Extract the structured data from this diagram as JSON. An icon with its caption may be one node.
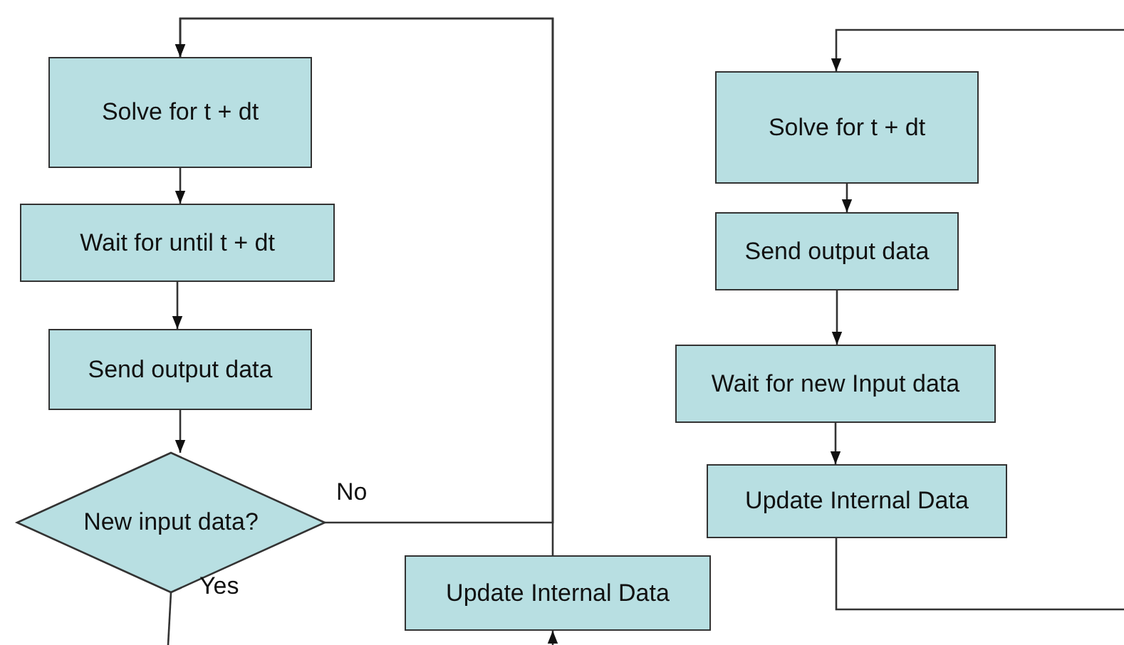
{
  "diagram": {
    "nodes": [
      {
        "text": [
          "Solve for t + dt"
        ]
      },
      {
        "text": [
          "Wait for until t + dt"
        ]
      },
      {
        "text": [
          "Send output data"
        ]
      },
      {
        "text": [
          "New input data?"
        ]
      },
      {
        "text": [
          "Update Internal Data"
        ]
      },
      {
        "text": [
          "Solve for t + dt"
        ]
      },
      {
        "text": [
          "Send output data"
        ]
      },
      {
        "text": [
          "Wait for new Input data"
        ]
      },
      {
        "text": [
          "Update Internal Data"
        ]
      }
    ],
    "edges": [
      {
        "from": 0,
        "to": 1,
        "arrow": "to"
      },
      {
        "from": 1,
        "to": 2,
        "arrow": "to"
      },
      {
        "from": 2,
        "to": 3,
        "arrow": "to"
      },
      {
        "from": 3,
        "to": 0,
        "arrow": "to",
        "label": "No"
      },
      {
        "from": 4,
        "to": 0,
        "arrow": "to"
      },
      {
        "from": 3,
        "to": null,
        "arrow": "none",
        "label": "Yes"
      },
      {
        "from": null,
        "to": 4,
        "arrow": "to"
      },
      {
        "from": null,
        "to": 5,
        "arrow": "to"
      },
      {
        "from": 5,
        "to": 6,
        "arrow": "to"
      },
      {
        "from": 6,
        "to": 7,
        "arrow": "to"
      },
      {
        "from": 7,
        "to": 8,
        "arrow": "to"
      },
      {
        "from": 8,
        "to": null,
        "arrow": "none"
      }
    ]
  }
}
